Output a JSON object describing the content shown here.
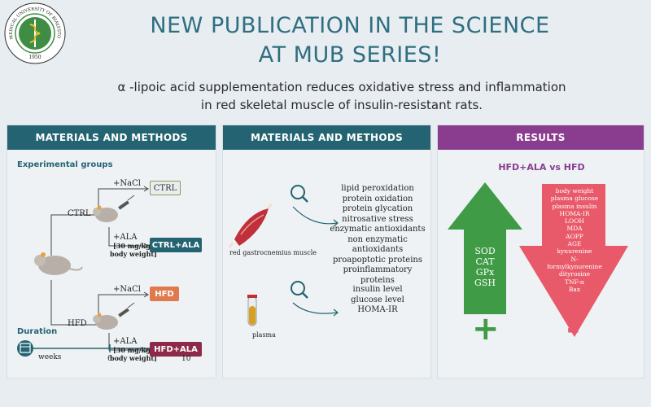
{
  "logo": {
    "ring_text": "MEDICAL UNIVERSITY OF BIAŁYSTOK",
    "year": "1950"
  },
  "headline": {
    "line1": "NEW PUBLICATION IN THE SCIENCE",
    "line2": "AT MUB SERIES!"
  },
  "subtitle": {
    "line1": "α -lipoic acid supplementation reduces oxidative stress and inflammation",
    "line2": "in red skeletal muscle of insulin-resistant rats."
  },
  "panel1": {
    "header": "MATERIALS AND METHODS",
    "groups_title": "Experimental groups",
    "ctrl_branch": "CTRL",
    "hfd_branch": "HFD",
    "nacl_top": "+NaCl",
    "ala_top": "+ALA",
    "dose_top_1": "[30 mg/kg",
    "dose_top_2": "body weight]",
    "nacl_bottom": "+NaCl",
    "ala_bottom": "+ALA",
    "dose_bottom_1": "[30 mg/kg",
    "dose_bottom_2": "body weight]",
    "box_ctrl": "CTRL",
    "box_ctrl_ala": "CTRL+ALA",
    "box_hfd": "HFD",
    "box_hfd_ala": "HFD+ALA",
    "duration_title": "Duration",
    "weeks_label": "weeks",
    "tick_6": "6",
    "tick_10": "10"
  },
  "panel2": {
    "header": "MATERIALS AND METHODS",
    "muscle_label": "red gastrocnemius muscle",
    "plasma_label": "plasma",
    "muscle_assays": [
      "lipid peroxidation",
      "protein oxidation",
      "protein glycation",
      "nitrosative stress",
      "enzymatic antioxidants",
      "non enzymatic antioxidants",
      "proapoptotic proteins",
      "proinflammatory proteins"
    ],
    "plasma_assays": [
      "insulin level",
      "glucose level",
      "HOMA-IR"
    ]
  },
  "panel3": {
    "header": "RESULTS",
    "comparison": "HFD+ALA vs HFD",
    "up": [
      "SOD",
      "CAT",
      "GPx",
      "GSH"
    ],
    "down": [
      "body weight",
      "plasma glucose",
      "plasma insulin",
      "HOMA-IR",
      "LOOH",
      "MDA",
      "AOPP",
      "AGE",
      "kynurenine",
      "N-formylkynurenine",
      "dityrosine",
      "TNF-α",
      "Bax"
    ],
    "plus": "+",
    "minus": "-"
  },
  "colors": {
    "teal": "#246472",
    "purple": "#8a3d8f",
    "green": "#3f9b45",
    "red": "#e85a6a",
    "headline": "#2f6f80",
    "crimson": "#8d2a4a",
    "orange": "#e07a4e"
  }
}
